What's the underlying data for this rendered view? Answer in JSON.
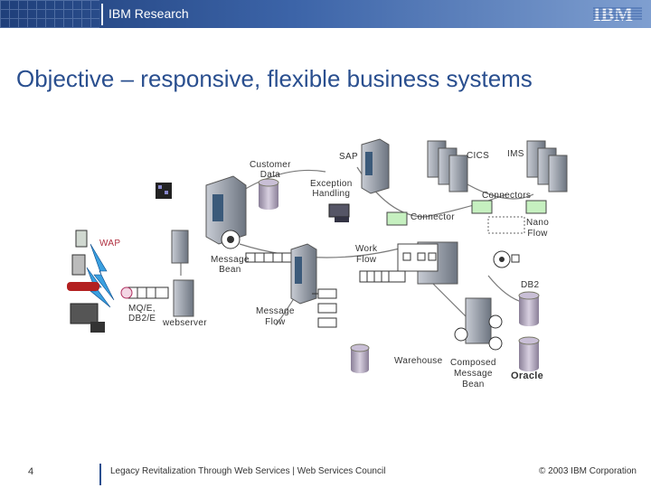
{
  "header": {
    "brand": "IBM Research",
    "logo_text": "IBM"
  },
  "title": "Objective – responsive, flexible business systems",
  "labels": {
    "customer_data": "Customer\nData",
    "sap": "SAP",
    "cics": "CICS",
    "ims": "IMS",
    "exception_handling": "Exception\nHandling",
    "connectors": "Connectors",
    "connector": "Connector",
    "nano_flow": "Nano\nFlow",
    "wap": "WAP",
    "message_bean": "Message\nBean",
    "work_flow": "Work\nFlow",
    "db2": "DB2",
    "mqe_db2e": "MQ/E,\nDB2/E",
    "webserver": "webserver",
    "message_flow": "Message\nFlow",
    "warehouse": "Warehouse",
    "composed_message_bean": "Composed\nMessage\nBean",
    "oracle": "Oracle"
  },
  "footer": {
    "page_number": "4",
    "center": "Legacy Revitalization Through Web Services  |  Web Services Council",
    "copyright": "© 2003 IBM Corporation"
  },
  "colors": {
    "title": "#2a4f8f",
    "header": "#2f559a",
    "connector_box": "#c6f0c0"
  }
}
